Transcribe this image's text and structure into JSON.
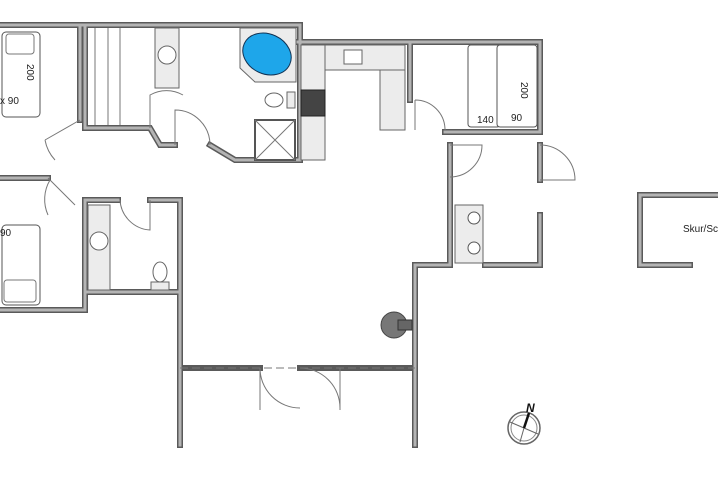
{
  "floorplan": {
    "rooms": {
      "bedroom_top_left": {
        "bed_length": "200",
        "bed_width": "x 90"
      },
      "bedroom_bottom_left": {
        "bed_width": "90"
      },
      "bedroom_right": {
        "bed_double_width": "140",
        "bed_single_width": "90",
        "bed_single_length": "200"
      },
      "shed": {
        "label": "Skur/Sch"
      }
    },
    "compass": {
      "label": "N"
    },
    "colors": {
      "wall": "#5a5a5a",
      "wall_fill": "#b4b4b4",
      "bathtub": "#1ea6ea",
      "fixture": "#ececec",
      "stove": "#777777"
    }
  }
}
